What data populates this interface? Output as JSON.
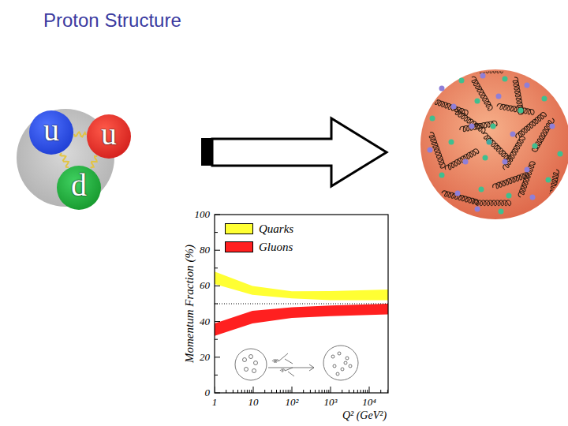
{
  "diagram": {
    "title": "Proton Structure",
    "nodes": [
      {
        "text": [
          "u"
        ]
      },
      {
        "text": [
          "u"
        ]
      },
      {
        "text": [
          "d"
        ]
      }
    ],
    "edges": [
      {
        "from": 0,
        "to": 1,
        "arrow": "none"
      },
      {
        "from": 0,
        "to": 2,
        "arrow": "none"
      },
      {
        "from": 1,
        "to": 2,
        "arrow": "none"
      }
    ],
    "labels": [
      "Momentum Fraction (%)",
      "100",
      "80",
      "60",
      "40",
      "20",
      "0",
      "1",
      "10",
      "10²",
      "10³",
      "10⁴",
      "Q² (GeV²)"
    ],
    "legend": [
      {
        "text": "Quarks",
        "color": "#ffff33"
      },
      {
        "text": "Gluons",
        "color": "#ff2020"
      }
    ]
  }
}
